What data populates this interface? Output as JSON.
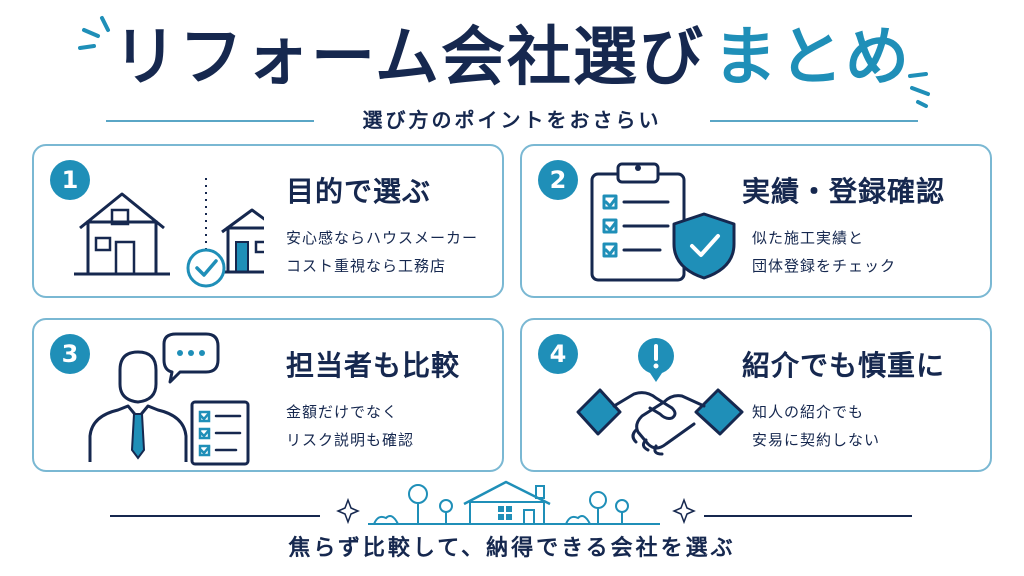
{
  "header": {
    "title_main": "リフォーム会社選び",
    "title_accent": "まとめ",
    "subtitle": "選び方のポイントをおさらい"
  },
  "colors": {
    "navy": "#16284f",
    "teal": "#1f8fb8",
    "border": "#7ab8d3"
  },
  "cards": [
    {
      "number": "1",
      "title": "目的で選ぶ",
      "lines": [
        "安心感ならハウスメーカー",
        "コスト重視なら工務店"
      ],
      "icon": "houses-check-icon"
    },
    {
      "number": "2",
      "title": "実績・登録確認",
      "lines": [
        "似た施工実績と",
        "団体登録をチェック"
      ],
      "icon": "clipboard-shield-icon"
    },
    {
      "number": "3",
      "title": "担当者も比較",
      "lines": [
        "金額だけでなく",
        "リスク説明も確認"
      ],
      "icon": "person-speech-icon"
    },
    {
      "number": "4",
      "title": "紹介でも慎重に",
      "lines": [
        "知人の紹介でも",
        "安易に契約しない"
      ],
      "icon": "handshake-alert-icon"
    }
  ],
  "footer": {
    "text": "焦らず比較して、納得できる会社を選ぶ",
    "icon": "town-skyline-icon"
  }
}
